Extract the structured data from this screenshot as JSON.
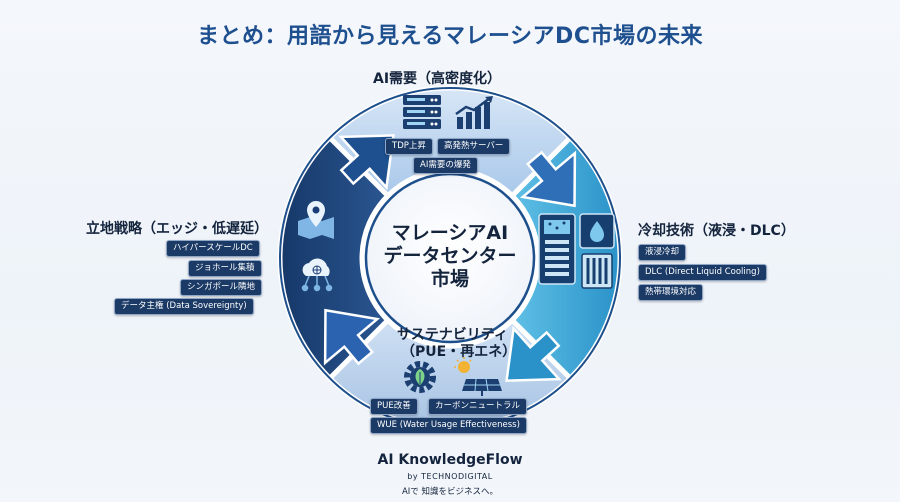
{
  "title": "まとめ：用語から見えるマレーシアDC市場の未来",
  "center": {
    "line1": "マレーシアAI",
    "line2": "データセンター",
    "line3": "市場"
  },
  "sections": {
    "top": {
      "title": "AI需要（高密度化）",
      "tags": [
        "TDP上昇",
        "高発熱サーバー",
        "AI需要の爆発"
      ],
      "icons": [
        "server-rack-icon",
        "growth-chart-icon"
      ]
    },
    "right": {
      "title": "冷却技術（液浸・DLC）",
      "tags": [
        "液浸冷却",
        "DLC (Direct Liquid Cooling)",
        "熱帯環境対応"
      ],
      "icons": [
        "immersion-tank-icon",
        "liquid-cooling-icon"
      ]
    },
    "bottom": {
      "title1": "サステナビリティ",
      "title2": "（PUE・再エネ）",
      "tags": [
        "PUE改善",
        "カーボンニュートラル",
        "WUE (Water Usage Effectiveness)"
      ],
      "icons": [
        "gear-leaf-icon",
        "solar-panel-icon"
      ]
    },
    "left": {
      "title": "立地戦略（エッジ・低遅延）",
      "tags": [
        "ハイパースケールDC",
        "ジョホール集積",
        "シンガポール隣地",
        "データ主権 (Data Sovereignty)"
      ],
      "icons": [
        "map-pin-icon",
        "cloud-network-icon"
      ]
    }
  },
  "brand": {
    "name": "AI KnowledgeFlow",
    "by": "by TECHNODIGITAL",
    "tagline": "AIで 知識をビジネスへ。"
  },
  "colors": {
    "top": "#2f6fb7",
    "right": "#34a6d6",
    "bottom": "#2c63b0",
    "left": "#1b3d75",
    "title": "#1e4f8f"
  }
}
